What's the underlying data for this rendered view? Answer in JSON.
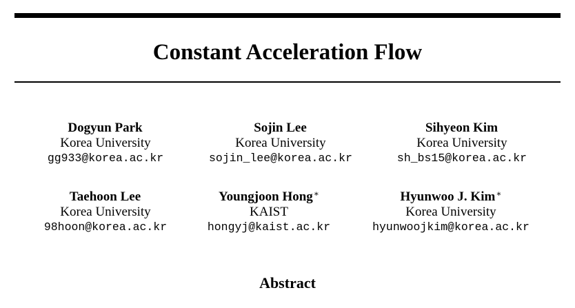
{
  "title": "Constant Acceleration Flow",
  "authors": [
    {
      "name": "Dogyun Park",
      "marker": "",
      "affiliation": "Korea University",
      "email": "gg933@korea.ac.kr"
    },
    {
      "name": "Sojin Lee",
      "marker": "",
      "affiliation": "Korea University",
      "email": "sojin_lee@korea.ac.kr"
    },
    {
      "name": "Sihyeon Kim",
      "marker": "",
      "affiliation": "Korea University",
      "email": "sh_bs15@korea.ac.kr"
    },
    {
      "name": "Taehoon Lee",
      "marker": "",
      "affiliation": "Korea University",
      "email": "98hoon@korea.ac.kr"
    },
    {
      "name": "Youngjoon Hong",
      "marker": "∗",
      "affiliation": "KAIST",
      "email": "hongyj@kaist.ac.kr"
    },
    {
      "name": "Hyunwoo J. Kim",
      "marker": "∗",
      "affiliation": "Korea University",
      "email": "hyunwoojkim@korea.ac.kr"
    }
  ],
  "abstract_heading": "Abstract"
}
